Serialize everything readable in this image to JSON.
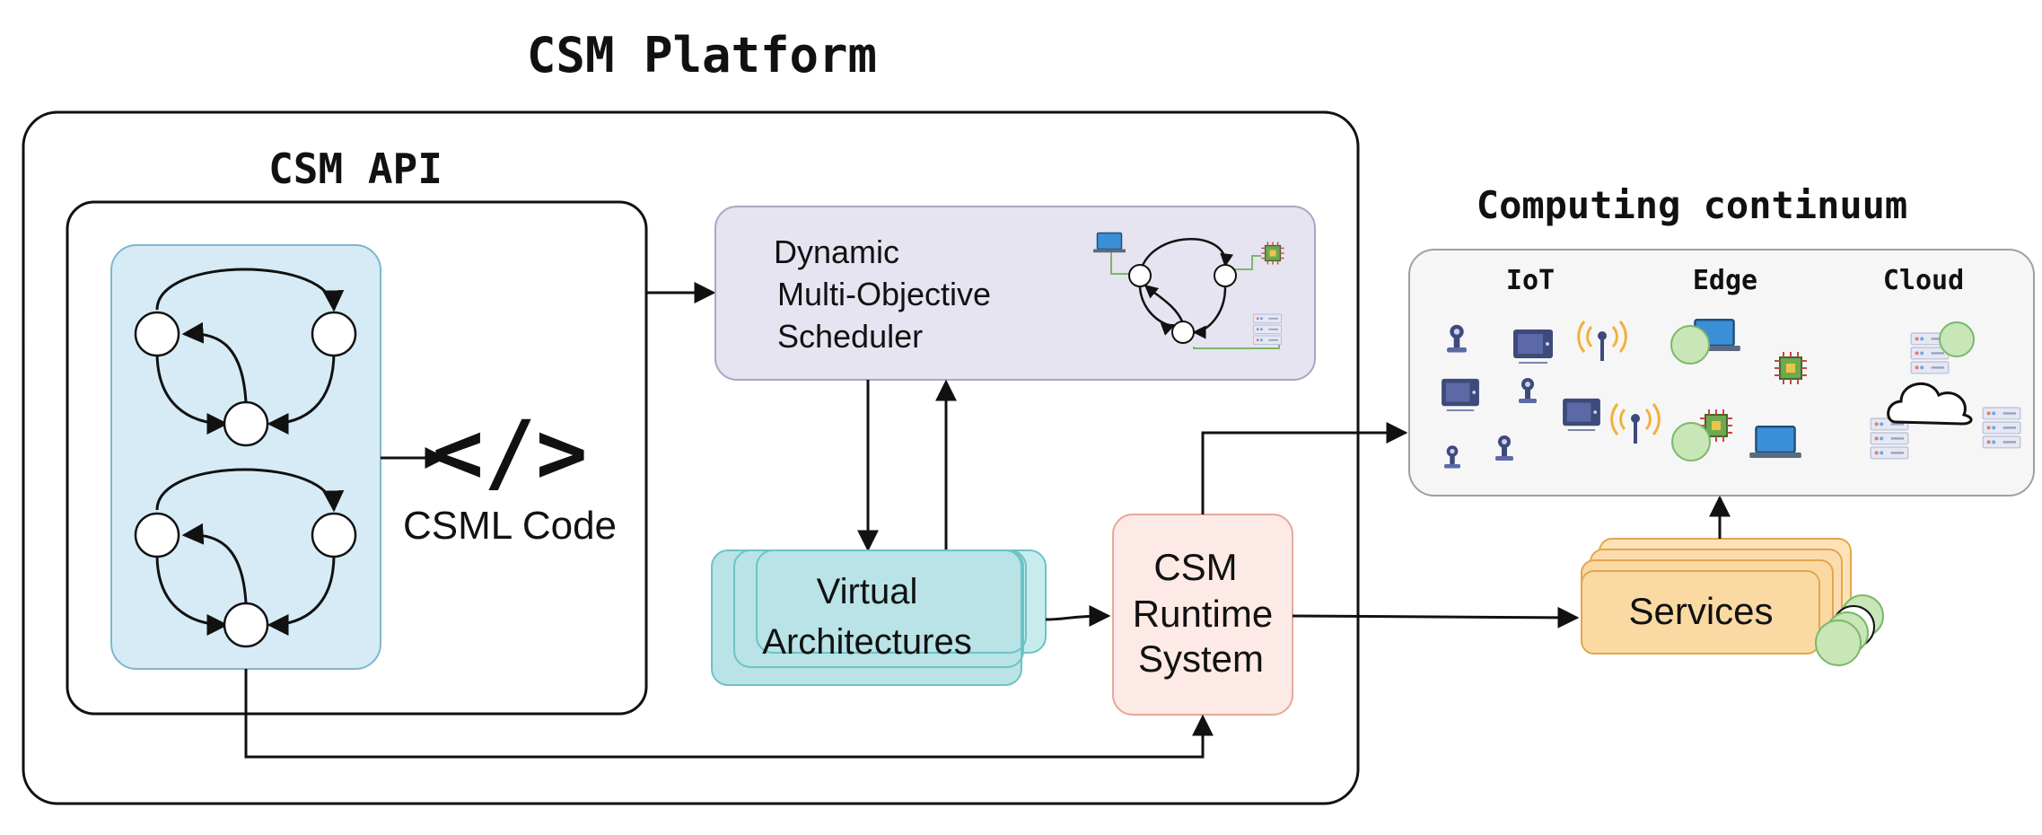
{
  "platform": {
    "title": "CSM Platform"
  },
  "api": {
    "title": "CSM API",
    "code_symbol": "</>",
    "code_label": "CSML Code"
  },
  "scheduler": {
    "line1": "Dynamic",
    "line2": "Multi-Objective",
    "line3": "Scheduler"
  },
  "virtual_arch": {
    "line1": "Virtual",
    "line2": "Architectures"
  },
  "runtime": {
    "line1": "CSM",
    "line2": "Runtime",
    "line3": "System"
  },
  "continuum": {
    "title": "Computing continuum",
    "iot": "IoT",
    "edge": "Edge",
    "cloud": "Cloud"
  },
  "services": {
    "label": "Services"
  },
  "colors": {
    "dag_fill": "#d6ebf5",
    "dag_stroke": "#7fb6cf",
    "scheduler_fill": "#e6e4f0",
    "scheduler_stroke": "#a9a6c4",
    "va_fill": "#b9e3e6",
    "va_stroke": "#6cc3c6",
    "runtime_fill": "#fdeae6",
    "runtime_stroke": "#e5a99d",
    "continuum_fill": "#f6f6f7",
    "continuum_stroke": "#a0a0a0",
    "services_fill": "#fbd9a3",
    "services_stroke": "#e3a650",
    "green_fill": "#c8e6b7",
    "green_stroke": "#7bb86a"
  }
}
